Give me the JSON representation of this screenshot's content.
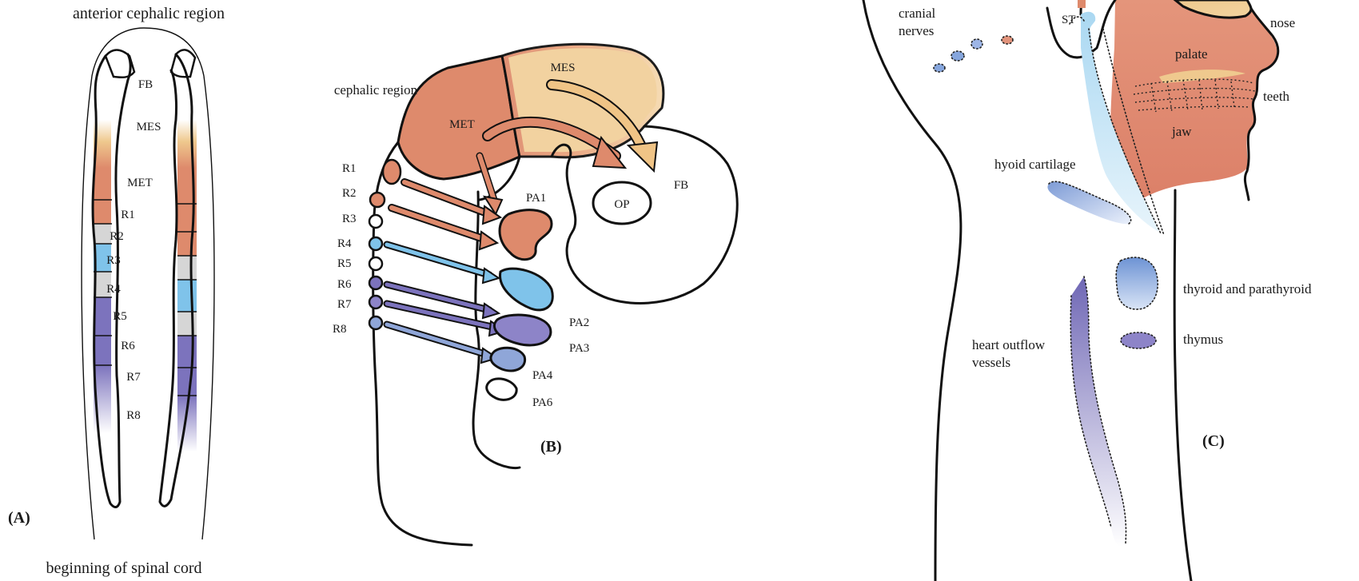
{
  "panel_a": {
    "tag": "(A)",
    "title": "anterior cephalic region",
    "bottom_label": "beginning of spinal cord",
    "regions": [
      "FB",
      "MES",
      "MET",
      "R1",
      "R2",
      "R3",
      "R4",
      "R5",
      "R6",
      "R7",
      "R8"
    ]
  },
  "panel_b": {
    "tag": "(B)",
    "title": "cephalic region",
    "brain_regions": [
      "MES",
      "MET",
      "FB",
      "OP"
    ],
    "rhombomeres": [
      "R1",
      "R2",
      "R3",
      "R4",
      "R5",
      "R6",
      "R7",
      "R8"
    ],
    "arches": [
      "PA1",
      "PA2",
      "PA3",
      "PA4",
      "PA6"
    ]
  },
  "panel_c": {
    "tag": "(C)",
    "labels": {
      "cranial_nerves": "cranial nerves",
      "st": "ST",
      "nose": "nose",
      "palate": "palate",
      "teeth": "teeth",
      "jaw": "jaw",
      "hyoid": "hyoid cartilage",
      "thyroid": "thyroid and parathyroid",
      "thymus": "thymus",
      "heart": "heart outflow vessels"
    }
  },
  "colors": {
    "forebrain": "#ffffff",
    "mes": "#efc98e",
    "met": "#de8a6c",
    "r4": "#7fc3ea",
    "r6_r7": "#7c73bd",
    "r8": "#8fa6d8",
    "gray": "#d6d6d6"
  }
}
